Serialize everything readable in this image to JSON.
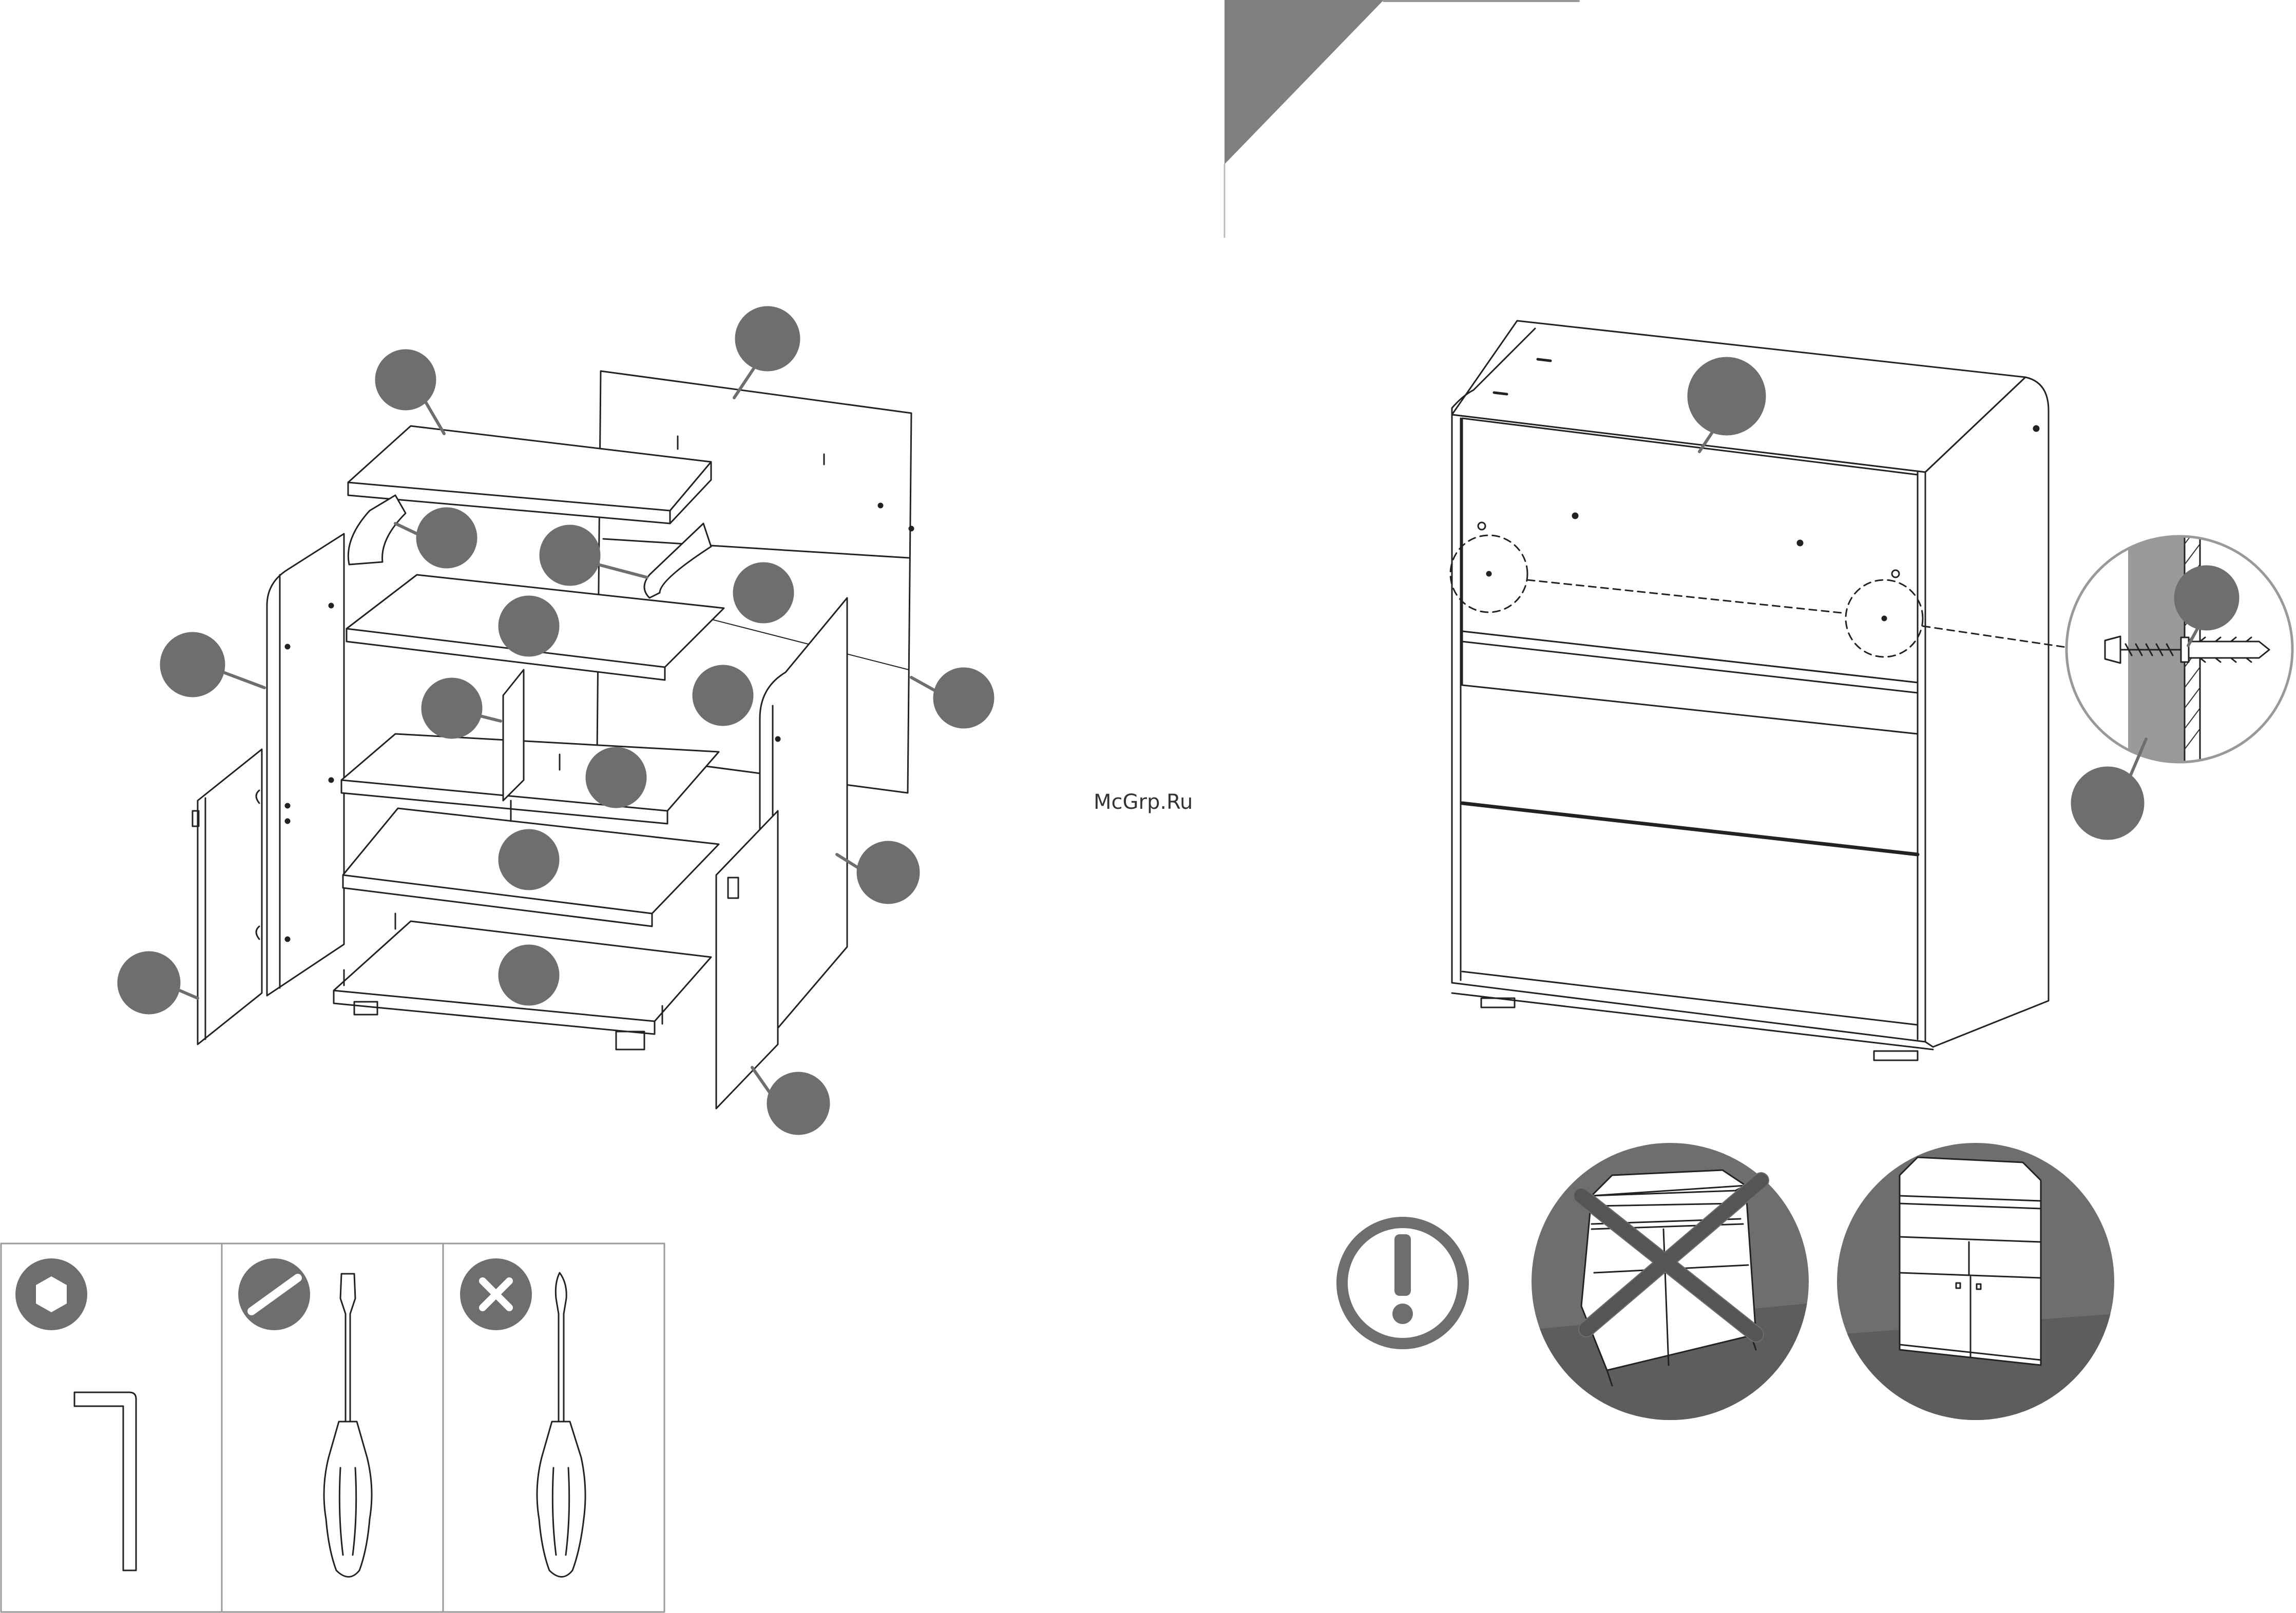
{
  "watermark": {
    "text": "McGrp.Ru"
  },
  "colors": {
    "callout": "#6f6e6e",
    "line": "#222222",
    "wall": "#9b9a9a",
    "panel_grey": "#8a8989"
  },
  "tools": [
    {
      "name": "allen-key",
      "badge_icon": "hexagon-icon"
    },
    {
      "name": "flathead-screwdriver",
      "badge_icon": "slash-icon"
    },
    {
      "name": "phillips-screwdriver",
      "badge_icon": "cross-icon"
    }
  ],
  "warning": {
    "icon": "exclamation-icon"
  },
  "comparison": [
    {
      "name": "tipping-cabinet",
      "status": "incorrect",
      "icon": "cross-mark-icon"
    },
    {
      "name": "anchored-cabinet",
      "status": "correct"
    }
  ]
}
